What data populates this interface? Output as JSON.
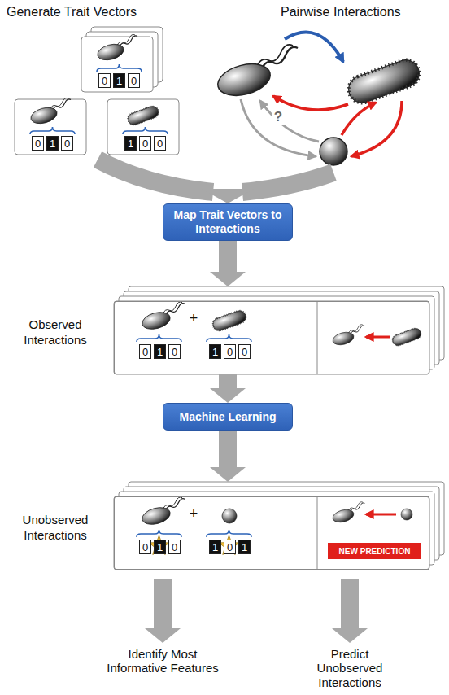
{
  "diagram": {
    "nodes": [
      {
        "text": [
          "0"
        ]
      },
      {
        "text": [
          "1"
        ]
      },
      {
        "text": [
          "0"
        ]
      },
      {
        "text": [
          "0"
        ]
      },
      {
        "text": [
          "1"
        ]
      },
      {
        "text": [
          "0"
        ]
      },
      {
        "text": [
          "1"
        ]
      },
      {
        "text": [
          "0"
        ]
      },
      {
        "text": [
          "0"
        ]
      },
      {
        "text": [
          "Map Trait Vectors to Interactions"
        ]
      },
      {
        "text": [
          "Observed Interactions"
        ]
      },
      {
        "text": [
          "0"
        ],
        "in": 10
      },
      {
        "text": [
          "1"
        ],
        "in": 10
      },
      {
        "text": [
          "0"
        ],
        "in": 10
      },
      {
        "text": [
          "1"
        ],
        "in": 10
      },
      {
        "text": [
          "0"
        ],
        "in": 10
      },
      {
        "text": [
          "0"
        ],
        "in": 10
      },
      {
        "text": [
          "Machine Learning"
        ]
      },
      {
        "text": [
          "Unobserved Interactions"
        ]
      },
      {
        "text": [
          "0"
        ],
        "in": 18
      },
      {
        "text": [
          "1"
        ],
        "in": 18
      },
      {
        "text": [
          "0"
        ],
        "in": 18
      },
      {
        "text": [
          "1"
        ],
        "in": 18
      },
      {
        "text": [
          "0"
        ],
        "in": 18
      },
      {
        "text": [
          "1"
        ],
        "in": 18
      },
      {
        "text": [
          "NEW PREDICTION"
        ],
        "in": 18
      }
    ],
    "edges": [
      {
        "from": 9,
        "to": 10,
        "arrow": "to"
      },
      {
        "from": 10,
        "to": 17,
        "arrow": "to"
      },
      {
        "from": 17,
        "to": 18,
        "arrow": "to"
      }
    ],
    "labels": [
      "Generate Trait Vectors",
      "Pairwise Interactions",
      "?",
      "+",
      "+",
      "Identify Most Informative Features",
      "Predict Unobserved Interactions"
    ]
  }
}
